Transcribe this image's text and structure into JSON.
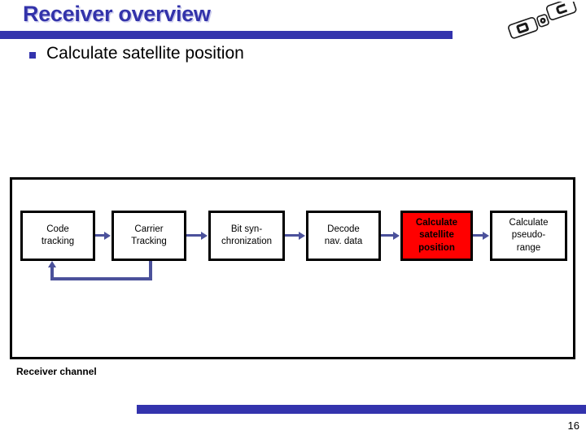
{
  "slide": {
    "title": "Receiver overview",
    "page_number": "16",
    "accent_color": "#3333ad",
    "title_color": "#3333aa",
    "arrow_color": "#4b519b",
    "highlight_color": "#ff0000"
  },
  "bullets": [
    {
      "marker": "square-bullet",
      "text": "Calculate satellite position"
    }
  ],
  "logo": {
    "name": "doc-rotated-logo",
    "letters": [
      "D",
      "o",
      "C"
    ]
  },
  "diagram": {
    "caption": "Receiver channel",
    "boxes": [
      {
        "id": "code-tracking",
        "lines": [
          "Code",
          "tracking"
        ],
        "highlight": false
      },
      {
        "id": "carrier-tracking",
        "lines": [
          "Carrier",
          "Tracking"
        ],
        "highlight": false
      },
      {
        "id": "bit-synchronization",
        "lines": [
          "Bit syn-",
          "chronization"
        ],
        "highlight": false
      },
      {
        "id": "decode-nav-data",
        "lines": [
          "Decode",
          "nav. data"
        ],
        "highlight": false
      },
      {
        "id": "calculate-satellite-position",
        "lines": [
          "Calculate",
          "satellite",
          "position"
        ],
        "highlight": true
      },
      {
        "id": "calculate-pseudorange",
        "lines": [
          "Calculate",
          "pseudo-",
          "range"
        ],
        "highlight": false
      }
    ],
    "connections": [
      {
        "from": "code-tracking",
        "to": "carrier-tracking"
      },
      {
        "from": "carrier-tracking",
        "to": "bit-synchronization"
      },
      {
        "from": "bit-synchronization",
        "to": "decode-nav-data"
      },
      {
        "from": "decode-nav-data",
        "to": "calculate-satellite-position"
      },
      {
        "from": "calculate-satellite-position",
        "to": "calculate-pseudorange"
      },
      {
        "from": "carrier-tracking",
        "to": "code-tracking",
        "style": "feedback-loop"
      }
    ]
  }
}
